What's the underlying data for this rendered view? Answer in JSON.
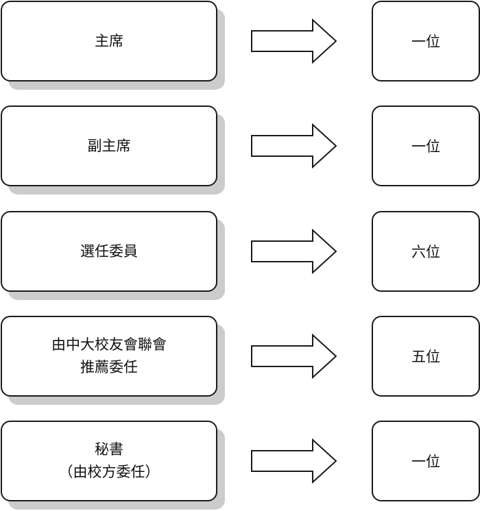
{
  "rows": [
    {
      "role_lines": [
        "主席"
      ],
      "count": "一位"
    },
    {
      "role_lines": [
        "副主席"
      ],
      "count": "一位"
    },
    {
      "role_lines": [
        "選任委員"
      ],
      "count": "六位"
    },
    {
      "role_lines": [
        "由中大校友會聯會",
        "推薦委任"
      ],
      "count": "五位"
    },
    {
      "role_lines": [
        "秘書",
        "（由校方委任）"
      ],
      "count": "一位"
    }
  ],
  "colors": {
    "border": "#1a1a1a",
    "shadow": "#cccccc",
    "background": "#ffffff",
    "text": "#111111"
  },
  "icons": {
    "connector": "right-arrow-icon"
  }
}
